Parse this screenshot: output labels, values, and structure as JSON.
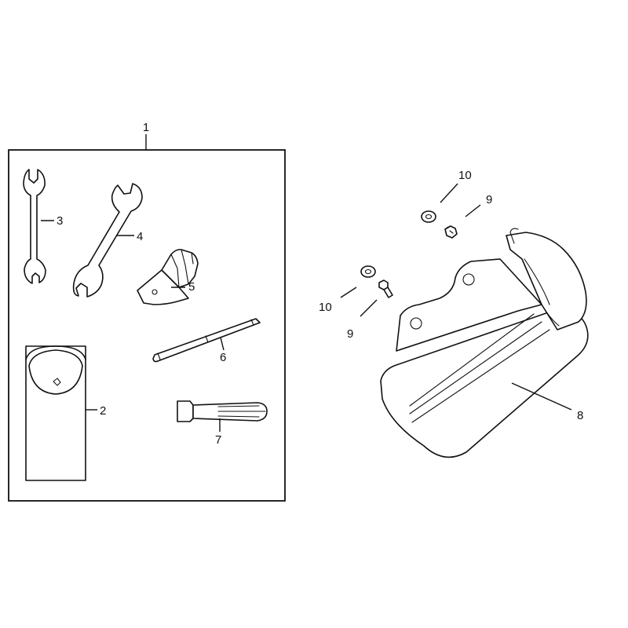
{
  "callouts": {
    "kit": "1",
    "pouch": "2",
    "wrench_small": "3",
    "wrench_large": "4",
    "plug_wrench": "5",
    "screwdriver_bit": "6",
    "handle": "7",
    "cover": "8",
    "bolt_a": "9",
    "bolt_b": "9",
    "washer_a": "10",
    "washer_b": "10"
  },
  "colors": {
    "line": "#111111",
    "background": "#ffffff"
  }
}
